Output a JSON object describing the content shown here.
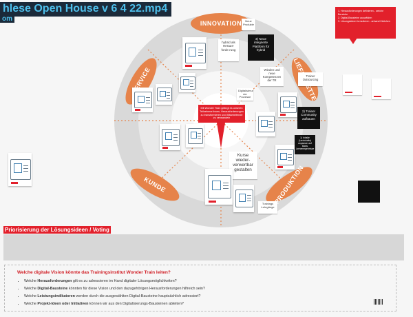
{
  "video": {
    "title": "hlese Open House v 6 4 22.mp4",
    "subtitle": "om"
  },
  "colors": {
    "accent": "#e2202b",
    "sector": "#e6834a",
    "title_bg": "#1b2a3a",
    "title_fg": "#4fc0ec"
  },
  "wheel": {
    "sectors": [
      "INNOVATION",
      "SERVICE",
      "KUNDE",
      "PRODUKTION",
      "LIEFERKETTE"
    ],
    "center_text": "Mit Wonder Train gelingt es unseren Teilnehmer/innen, Herausforderungen zu transformieren und Mitarbeitende zu verwandeln"
  },
  "notes": {
    "neue_produkte": "Neue Produkte",
    "hybrid_herausforderung": "hybrid als Heraus-forde rung",
    "plattform_hybrid": "3) Neue integrierte Plattform für hybrid",
    "winden_kompetenzen": "Winden und neue Kompetenzen der TR",
    "trainer_outsourcing": "Trainer Outsourcing",
    "trainer_community": "2) Trainer Community aufbauen",
    "digitalisierung": "Digitalisierung der Prozesse",
    "kurse": "Kurse wieder-verwertbar gestalten",
    "trainings": "Trainings Lehrgänge",
    "black_note": "1) Inhalte (Lerninhalte) anpassen auf Basis Lernenergebnisse"
  },
  "red_note": {
    "lines": [
      "1. Herausforderungen definieren - welche Bereiche",
      "2. Digital-Bausteine auswählen",
      "3. Lösungsideen formulieren - anhand Kärtchen"
    ]
  },
  "section": {
    "banner": "Priorisierung der Lösungsideen / Voting"
  },
  "questions": {
    "title": "Welche digitale Vision könnte das Trainingsinstitut Wonder Train leiten?",
    "items": [
      {
        "pre": "Welche ",
        "bold": "Herausforderungen",
        "post": " gilt es zu adressieren im Hand digitaler Lösungsmöglichkeiten?"
      },
      {
        "pre": "Welche ",
        "bold": "Digital-Bausteine",
        "post": " könnten für diese Vision und den dazugehörigen Herausforderungen hilfreich sein?"
      },
      {
        "pre": "Welche ",
        "bold": "Leistungsindikatoren",
        "post": " werden durch die ausgewählten Digital-Bausteine hauptsächlich adressiert?"
      },
      {
        "pre": "Welche ",
        "bold": "Projekt-Ideen oder Initiativen",
        "post": " können wir aus den Digitalisierungs-Bausteinen ableiten?"
      }
    ]
  }
}
